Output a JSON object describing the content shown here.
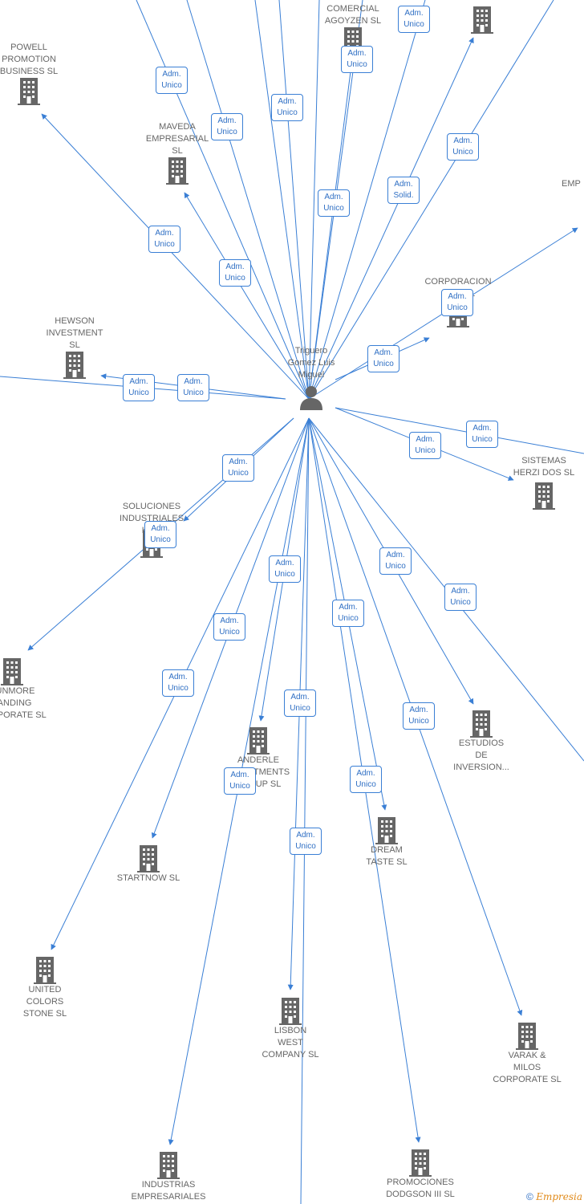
{
  "center": {
    "name": "Triguero\nGomez Luis\nMiguel",
    "icon": "person-icon"
  },
  "companies": [
    {
      "id": "powell",
      "name": "POWELL\nPROMOTION\nBUSINESS  SL"
    },
    {
      "id": "maveda",
      "name": "MAVEDA\nEMPRESARIAL\nSL"
    },
    {
      "id": "comercial",
      "name": "COMERCIAL\nAGOYZEN SL"
    },
    {
      "id": "topright",
      "name": ""
    },
    {
      "id": "emp",
      "name": "EMP"
    },
    {
      "id": "corporacion",
      "name": "CORPORACION\nCO... SL"
    },
    {
      "id": "hewson",
      "name": "HEWSON\nINVESTMENT\nSL"
    },
    {
      "id": "sistemas",
      "name": "SISTEMAS\nHERZI DOS SL"
    },
    {
      "id": "soluciones",
      "name": "SOLUCIONES\nINDUSTRIALES\nKN..."
    },
    {
      "id": "dunmore",
      "name": "DUNMORE\nLANDING\nCORPORATE SL"
    },
    {
      "id": "estudios",
      "name": "ESTUDIOS\nDE\nINVERSION..."
    },
    {
      "id": "anderle",
      "name": "ANDERLE\nINVESTMENTS\nGROUP SL"
    },
    {
      "id": "dream",
      "name": "DREAM\nTASTE SL"
    },
    {
      "id": "startnow",
      "name": "STARTNOW SL"
    },
    {
      "id": "united",
      "name": "UNITED\nCOLORS\nSTONE SL"
    },
    {
      "id": "lisbon",
      "name": "LISBON\nWEST\nCOMPANY  SL"
    },
    {
      "id": "varak",
      "name": "VARAK &\nMILOS\nCORPORATE SL"
    },
    {
      "id": "industrias",
      "name": "INDUSTRIAS\nEMPRESARIALES"
    },
    {
      "id": "promociones",
      "name": "PROMOCIONES\nDODGSON III SL"
    }
  ],
  "roles": [
    "Adm.\nUnico",
    "Adm.\nUnico",
    "Adm.\nUnico",
    "Adm.\nUnico",
    "Adm.\nUnico",
    "Adm.\nUnico",
    "Adm.\nUnico",
    "Adm.\nSolid.",
    "Adm.\nUnico",
    "Adm.\nUnico",
    "Adm.\nUnico",
    "Adm.\nUnico",
    "Adm.\nUnico",
    "Adm.\nUnico",
    "Adm.\nUnico",
    "Adm.\nUnico",
    "Adm.\nUnico",
    "Adm.\nUnico",
    "Adm.\nUnico",
    "Adm.\nUnico",
    "Adm.\nUnico",
    "Adm.\nUnico",
    "Adm.\nUnico",
    "Adm.\nUnico",
    "Adm.\nUnico",
    "Adm.\nUnico",
    "Adm.\nUnico"
  ],
  "footer": {
    "copyright": "©",
    "brand": "Empresia"
  },
  "colors": {
    "edge": "#3a7fd5",
    "node": "#666666"
  }
}
